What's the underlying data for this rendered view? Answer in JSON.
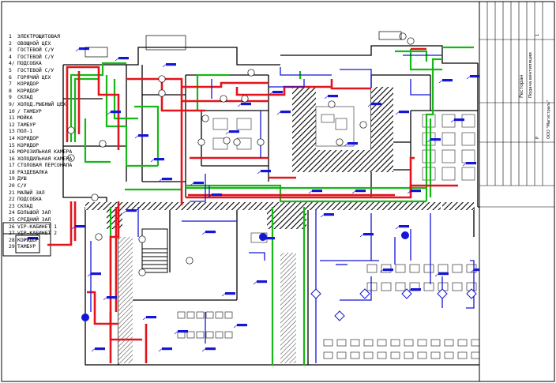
{
  "legend": [
    {
      "n": "1",
      "t": "ЭЛЕКТРОЩИТОВАЯ"
    },
    {
      "n": "2",
      "t": "ОВОЩНОЙ ЦЕХ"
    },
    {
      "n": "3",
      "t": "ГОСТЕВОЙ С/У"
    },
    {
      "n": "4",
      "t": "ГОСТЕВОЙ С/У"
    },
    {
      "n": "4/",
      "t": "ПОДСОБКА"
    },
    {
      "n": "5",
      "t": "ГОСТЕВОЙ С/У"
    },
    {
      "n": "6",
      "t": "ГОРЯЧИЙ ЦЕХ"
    },
    {
      "n": "7",
      "t": "КОРИДОР"
    },
    {
      "n": "8",
      "t": "КОРИДОР"
    },
    {
      "n": "9",
      "t": "СКЛАД"
    },
    {
      "n": "9/",
      "t": "ХОЛОД.РЫБНЫЙ ЦЕХ"
    },
    {
      "n": "10",
      "t": "/ ТАМБУР"
    },
    {
      "n": "11",
      "t": "МОЙКА"
    },
    {
      "n": "12",
      "t": "ТАМБУР"
    },
    {
      "n": "13",
      "t": "ПОЛ-1"
    },
    {
      "n": "14",
      "t": "КОРИДОР"
    },
    {
      "n": "15",
      "t": "КОРИДОР"
    },
    {
      "n": "16",
      "t": "МОРОЗИЛЬНАЯ КАМЕРА"
    },
    {
      "n": "16",
      "t": "ХОЛОДИЛЬНАЯ КАМЕРА"
    },
    {
      "n": "17",
      "t": "СТОЛОВАЯ ПЕРСОНАЛА"
    },
    {
      "n": "18",
      "t": "РАЗДЕВАЛКА"
    },
    {
      "n": "19",
      "t": "ДУШ"
    },
    {
      "n": "20",
      "t": "С/У"
    },
    {
      "n": "21",
      "t": "МАЛЫЙ ЗАЛ"
    },
    {
      "n": "22",
      "t": "ПОДСОБКА"
    },
    {
      "n": "23",
      "t": "СКЛАД"
    },
    {
      "n": "24",
      "t": "БОЛЬШОЙ ЗАЛ"
    },
    {
      "n": "25",
      "t": "СРЕДНИЙ ЗАЛ"
    },
    {
      "n": "26",
      "t": "VIP-КАБИНЕТ 1"
    },
    {
      "n": "27",
      "t": "VIP-КАБИНЕТ 2"
    },
    {
      "n": "28",
      "t": "КОРИДОР"
    },
    {
      "n": "29",
      "t": "ТАМБУР"
    }
  ],
  "title_block": {
    "project": "Ресторан",
    "sheet": "Подача вентиляции",
    "stage": "Р",
    "sheet_no": "1",
    "company": "ООО \"Магистраль\""
  },
  "colors": {
    "supply": "#e3141b",
    "exhaust": "#16b716",
    "equipment": "#1515d8",
    "wall": "#000000"
  }
}
